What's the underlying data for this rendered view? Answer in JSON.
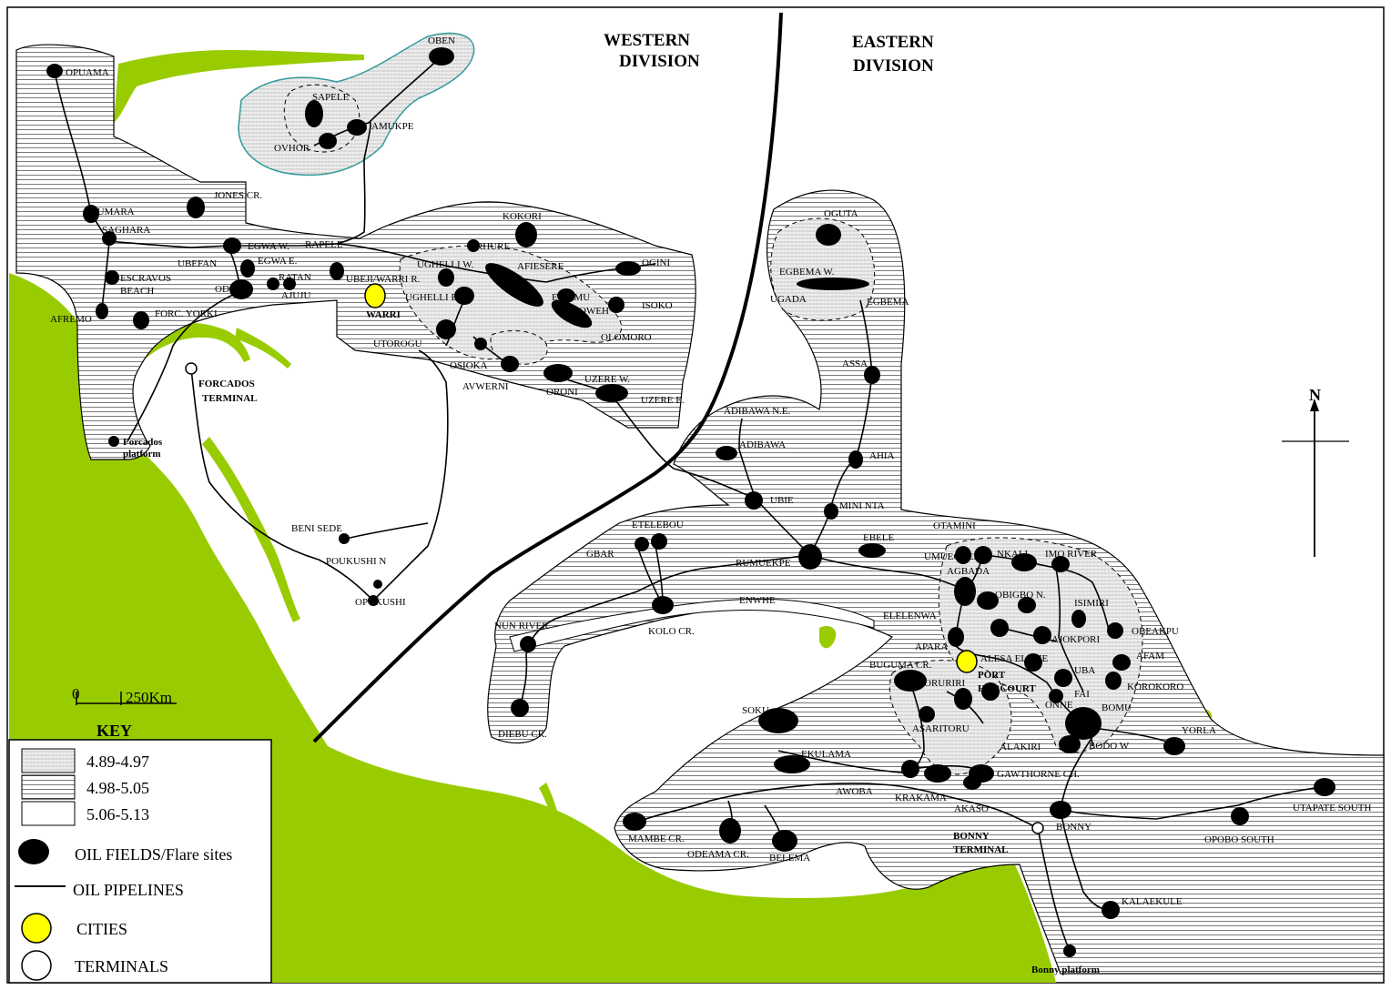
{
  "divisions": {
    "western": [
      "WESTERN",
      "DIVISION"
    ],
    "eastern": [
      "EASTERN",
      "DIVISION"
    ]
  },
  "north": "N",
  "scale": {
    "zero": "0",
    "distance": "250Km"
  },
  "key": {
    "title": "KEY",
    "ranges": [
      {
        "label": "4.89-4.97",
        "pattern": "dense-hatch"
      },
      {
        "label": "4.98-5.05",
        "pattern": "line-hatch"
      },
      {
        "label": "5.06-5.13",
        "pattern": "blank"
      }
    ],
    "symbols": [
      {
        "label": "OIL FIELDS/Flare sites",
        "symbol": "black-blob"
      },
      {
        "label": "OIL PIPELINES",
        "symbol": "line"
      },
      {
        "label": "CITIES",
        "symbol": "yellow-circle"
      },
      {
        "label": "TERMINALS",
        "symbol": "white-circle"
      }
    ]
  },
  "colors": {
    "water": "#99cc00",
    "city": "#ffff00",
    "field": "#000000",
    "boundary_teal": "#339999"
  },
  "cities": [
    "WARRI",
    "PORT HARCOURT"
  ],
  "terminals": [
    "FORCADOS TERMINAL",
    "BONNY TERMINAL"
  ],
  "western_labels": {
    "oben": "OBEN",
    "opuama": "OPUAMA",
    "sapele": "SAPELE",
    "amukpe": "AMUKPE",
    "ovhor": "OVHOR",
    "jones": "JONES CR.",
    "otumara": "OTUMARA",
    "saghara": "SAGHARA",
    "egwa_w": "EGWA W.",
    "rapele": "RAPELE",
    "ubefan": "UBEFAN",
    "egwa_e": "EGWA E.",
    "escravos1": "ESCRAVOS",
    "escravos2": "BEACH",
    "ratan": "RATAN",
    "odidi": "ODIDI",
    "ajuju": "AJUJU",
    "afremo": "AFREMO",
    "forc_yorki": "FORC. YORKI",
    "forcados_term1": "FORCADOS",
    "forcados_term2": "TERMINAL",
    "forcados_plat1": "Forcados",
    "forcados_plat2": "platform",
    "ubeji": "UBEJI/WARRI R.",
    "warri": "WARRI",
    "kokori": "KOKORI",
    "urhure": "URHURE",
    "ughelli_w": "UGHELLI W.",
    "afiesere": "AFIESERE",
    "ogini": "OGINI",
    "ughelli_e": "UGHELLI E.",
    "eriemu": "ERIEMU",
    "isoko": "ISOKO",
    "oweh": "OWEH",
    "olomoro": "OLOMORO",
    "utorogu": "UTOROGU",
    "osioka": "OSIOKA",
    "avwerni": "AVWERNI",
    "oroni": "ORONI",
    "uzere_w": "UZERE W.",
    "uzere_e": "UZERE E.",
    "beni_sede": "BENI SEDE",
    "poukushi": "POUKUSHI N",
    "opukushi": "OPUKUSHI"
  },
  "eastern_labels": {
    "oguta": "OGUTA",
    "egbema_w": "EGBEMA W.",
    "ugada": "UGADA",
    "egbema": "EGBEMA",
    "assa": "ASSA",
    "ahia": "AHIA",
    "mininta": "MINI NTA",
    "adibawa_ne": "ADIBAWA N.E.",
    "adibawa": "ADIBAWA",
    "ubie": "UBIE",
    "ebele": "EBELE",
    "etelebou": "ETELEBOU",
    "gbar": "GBAR",
    "rumuekpe": "RUMUEKPE",
    "enwhe": "ENWHE",
    "kolo": "KOLO CR.",
    "nun_river": "NUN RIVER",
    "diebu": "DIEBU CR.",
    "otamini": "OTAMINI",
    "umuechem": "UMUECHEM",
    "agbada": "AGBADA",
    "nkali": "NKALI",
    "imo_river": "IMO RIVER",
    "obigbo": "OBIGBO N.",
    "isimiri": "ISIMIRI",
    "elelenwa": "ELELENWA",
    "apara": "APARA",
    "alesa": "ALESA ELEME",
    "ajokpori": "AJOKPORI",
    "obeakpu": "OBEAKPU",
    "afam": "AFAM",
    "buguma": "BUGUMA CR.",
    "oruriri": "ORURIRI",
    "port1": "PORT",
    "port2": "HARCOURT",
    "uba": "UBA",
    "fai": "FAI",
    "onne": "ONNE",
    "korokoro": "KOROKORO",
    "bomu": "BOMU",
    "soku": "SOKU",
    "asaritoru": "ASARITORU",
    "alakiri": "ALAKIRI",
    "bodo_w": "BODO W",
    "yorla": "YORLA",
    "ekulama": "EKULAMA",
    "gawthorne": "GAWTHORNE CH.",
    "awoba": "AWOBA",
    "krakama": "KRAKAMA",
    "akaso": "AKASO",
    "bonny_term1": "BONNY",
    "bonny_term2": "TERMINAL",
    "bonny": "BONNY",
    "utapate": "UTAPATE SOUTH",
    "opobo": "OPOBO SOUTH",
    "mambe": "MAMBE CR.",
    "odeama": "ODEAMA CR.",
    "belema": "BELEMA",
    "kalaekule": "KALAEKULE",
    "bonny_plat": "Bonny platform"
  }
}
